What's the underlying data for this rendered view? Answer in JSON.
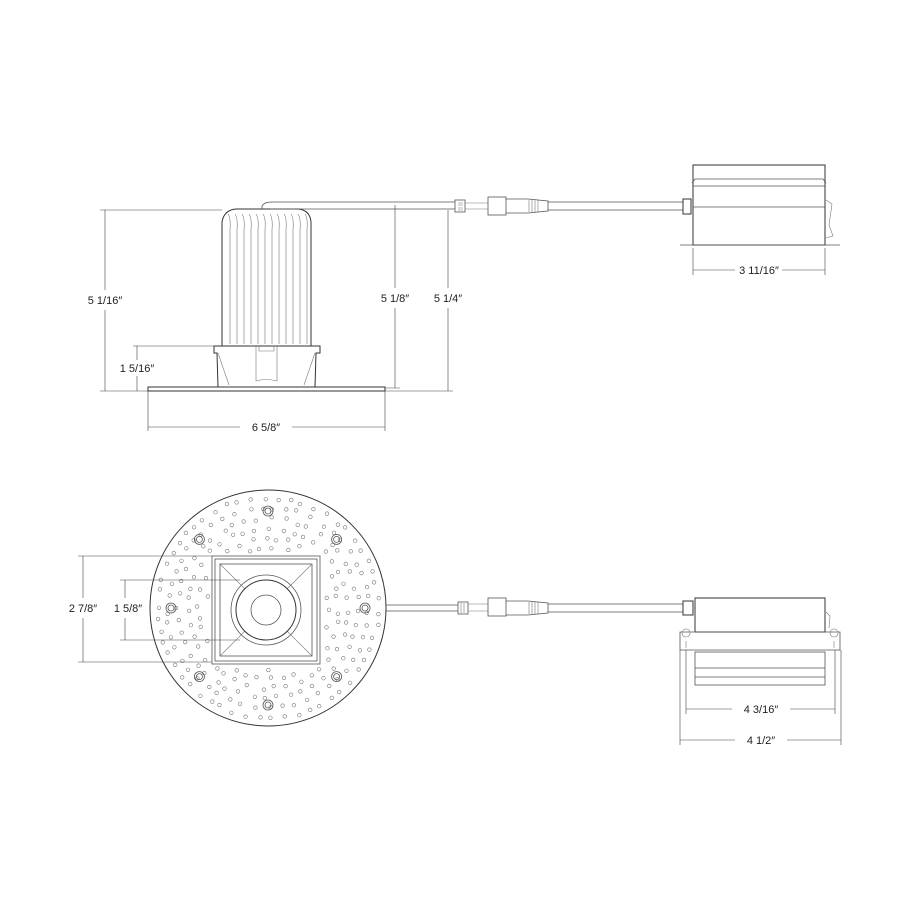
{
  "title": "Recessed downlight dimension drawing",
  "side_view": {
    "dims": {
      "overall_height": "5 1/16″",
      "trim_height": "1 5/16″",
      "flange_width": "6 5/8″",
      "height_a": "5 1/8″",
      "height_b": "5 1/4″",
      "driver_depth": "3 11/16″"
    }
  },
  "plan_view": {
    "dims": {
      "trim_square": "2 7/8″",
      "aperture": "1 5/8″",
      "driver_length": "4 3/16″",
      "driver_bracket_length": "4 1/2″"
    }
  },
  "colors": {
    "line": "#555555",
    "text": "#222222"
  }
}
